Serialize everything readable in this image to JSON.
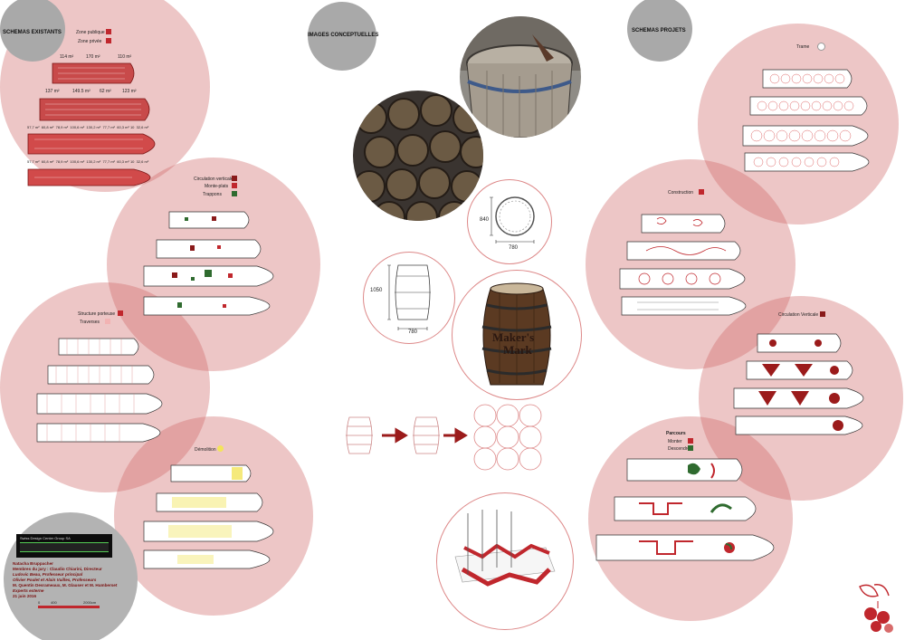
{
  "headers": {
    "existing": "SCHEMAS EXISTANTS",
    "concept": "IMAGES CONCEPTUELLES",
    "projects": "SCHEMAS PROJETS"
  },
  "legend": {
    "public": "Zone publique",
    "private": "Zone privée",
    "circulation": "Circulation verticale",
    "lift": "Monte-plats",
    "hatch": "Trappons",
    "structure": "Structure porteuse",
    "crossbeam": "Traverses",
    "demolition": "Démolition",
    "frame": "Trame",
    "construction": "Construction",
    "vertical": "Circulation Verticale",
    "route": "Parcours",
    "up": "Monter",
    "down": "Descendre"
  },
  "areas": {
    "row1": [
      "114 m²",
      "170 m²",
      "110 m²"
    ],
    "row2": [
      "137 m²",
      "149.5 m²",
      "62 m²",
      "123 m²"
    ],
    "row3": [
      "57,7 m²",
      "60,8 m²",
      "78,9 m²",
      "100,6 m²",
      "130,2 m²",
      "77,7 m²",
      "60,3 m²",
      "10",
      "32,6 m²"
    ],
    "row4": [
      "57,7 m²",
      "60,8 m²",
      "78,9 m²",
      "100,6 m²",
      "130,2 m²",
      "77,7 m²",
      "60,3 m²",
      "10",
      "32,6 m²"
    ]
  },
  "barrel": {
    "height": "1050",
    "width": "780",
    "top_dia": "840",
    "top_width": "780",
    "brand_line1": "Maker's",
    "brand_line2": "Mark"
  },
  "credits": {
    "school": "Swiss Design Center Group SA",
    "author": "Natacha Bruppacher",
    "jury": "Membres du jury : Claudio Chiarini, Directeur",
    "prof1": "Ludovic Beau, Professeur principal",
    "prof2": "Olivier Poulet et Alain Vuilles, Professeurs",
    "experts1": "M. Quentin Desrameaux, M. Glauser et M. Humberset",
    "experts2": "Experts externe",
    "date": "21 juin 2016",
    "scale0": "0",
    "scale1": "400",
    "scale2": "2000cm"
  },
  "colors": {
    "bubble": "#d06868",
    "accent": "#c0272d",
    "green": "#2f6b2f",
    "yellow": "#f3e45a",
    "gray": "#a9a9a9"
  }
}
